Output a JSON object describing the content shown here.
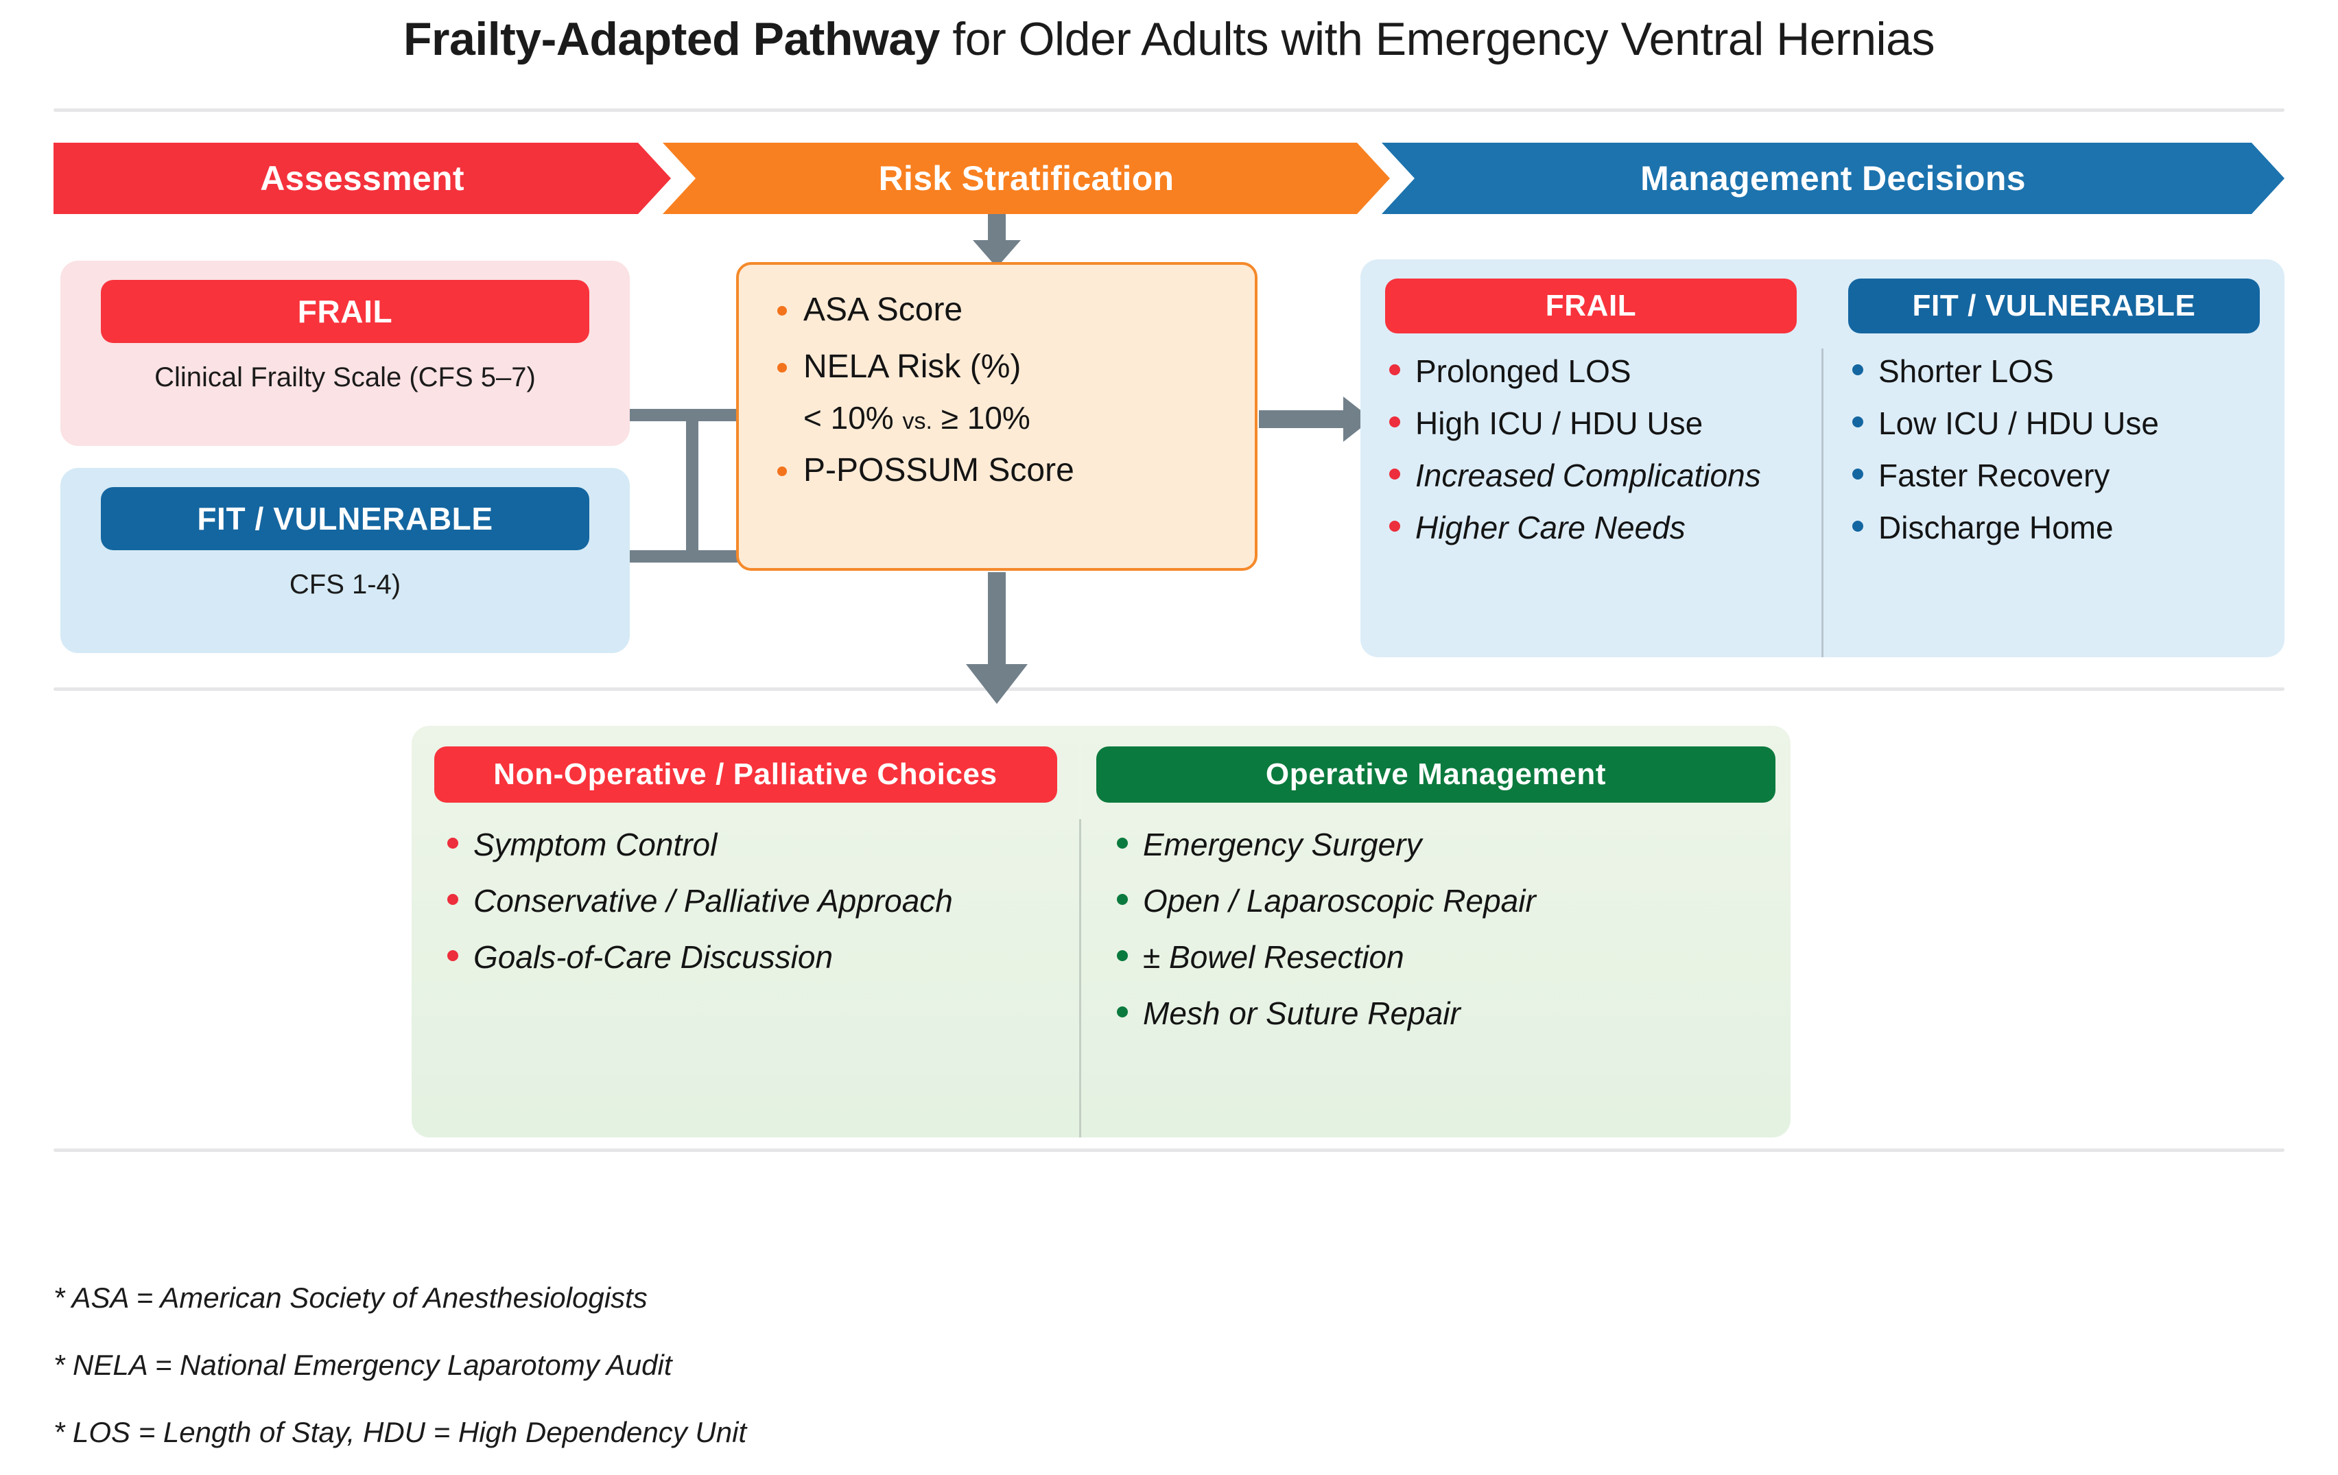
{
  "title": {
    "bold_part": "Frailty-Adapted Pathway",
    "rest_part": " for Older Adults with Emergency Ventral Hernias"
  },
  "header_band": {
    "stages": [
      {
        "label": "Assessment",
        "color": "#F4323C"
      },
      {
        "label": "Risk Stratification",
        "color": "#F98020"
      },
      {
        "label": "Management Decisions",
        "color": "#1C73AE"
      }
    ]
  },
  "assessment": {
    "frail": {
      "pill_label": "FRAIL",
      "subtitle": "Clinical Frailty Scale (CFS 5–7)",
      "pill_color": "#F8333C",
      "box_color": "#FBE2E4"
    },
    "fit": {
      "pill_label": "FIT / VULNERABLE",
      "subtitle": "CFS 1-4)",
      "pill_color": "#1466A0",
      "box_color": "#D5EAF6"
    }
  },
  "risk_stratification": {
    "border_color": "#F5892A",
    "background_color": "#FDEBD6",
    "bullet_color": "#F2731C",
    "items": [
      {
        "label": "ASA Score",
        "sub": ""
      },
      {
        "label": "NELA Risk (%)",
        "sub_prefix": "< 10% ",
        "sub_mid": "vs.",
        "sub_suffix": " ≥ 10%"
      },
      {
        "label": "P-POSSUM Score",
        "sub": ""
      }
    ]
  },
  "management": {
    "panel_color": "#DCEDF8",
    "frail": {
      "pill_label": "FRAIL",
      "pill_color": "#F8333C",
      "bullet_color": "#ED2E3C",
      "items": [
        {
          "text": "Prolonged LOS",
          "italic": false
        },
        {
          "text": "High ICU / HDU Use",
          "italic": false
        },
        {
          "text": "Increased Complications",
          "italic": true
        },
        {
          "text": "Higher Care Needs",
          "italic": true
        }
      ]
    },
    "fit": {
      "pill_label": "FIT / VULNERABLE",
      "pill_color": "#1466A0",
      "bullet_color": "#1466A0",
      "items": [
        {
          "text": "Shorter LOS",
          "italic": false
        },
        {
          "text": "Low ICU / HDU Use",
          "italic": false
        },
        {
          "text": "Faster Recovery",
          "italic": false
        },
        {
          "text": "Discharge Home",
          "italic": false
        }
      ]
    }
  },
  "decisions": {
    "panel_color": "#E9F3E6",
    "non_operative": {
      "pill_label": "Non-Operative / Palliative Choices",
      "pill_color": "#F8333C",
      "bullet_color": "#ED2E3C",
      "items": [
        "Symptom Control",
        "Conservative / Palliative Approach",
        "Goals-of-Care Discussion"
      ]
    },
    "operative": {
      "pill_label": "Operative Management",
      "pill_color": "#0B7A3E",
      "bullet_color": "#0B7A3E",
      "items": [
        "Emergency Surgery",
        "Open / Laparoscopic Repair",
        "± Bowel Resection",
        "Mesh or Suture Repair"
      ]
    }
  },
  "footnotes": [
    "* ASA = American Society of Anesthesiologists",
    "* NELA = National Emergency Laparotomy Audit",
    "* LOS = Length of Stay, HDU = High Dependency Unit"
  ],
  "connector_color": "#72808A"
}
